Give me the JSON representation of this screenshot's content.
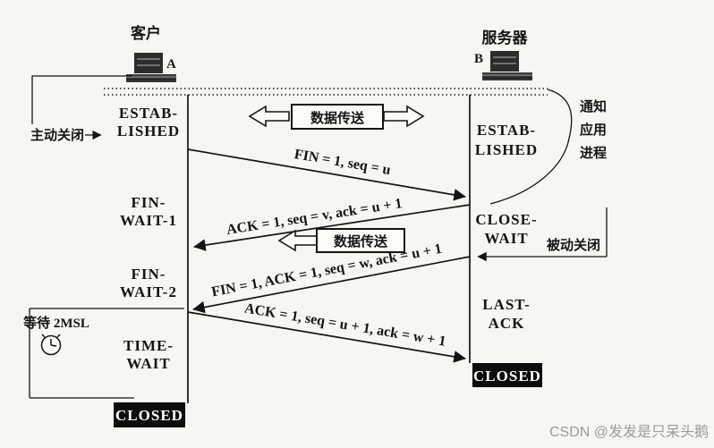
{
  "client": {
    "label": "客户",
    "letter": "A",
    "active_close": "主动关闭",
    "wait_2msl": "等待 2MSL",
    "states": {
      "established": [
        "ESTAB-",
        "LISHED"
      ],
      "fin_wait_1": [
        "FIN-",
        "WAIT-1"
      ],
      "fin_wait_2": [
        "FIN-",
        "WAIT-2"
      ],
      "time_wait": [
        "TIME-",
        "WAIT"
      ],
      "closed": "CLOSED"
    }
  },
  "server": {
    "label": "服务器",
    "letter": "B",
    "notify_app": [
      "通知",
      "应用",
      "进程"
    ],
    "passive_close": "被动关闭",
    "states": {
      "established": [
        "ESTAB-",
        "LISHED"
      ],
      "close_wait": [
        "CLOSE-",
        "WAIT"
      ],
      "last_ack": [
        "LAST-",
        "ACK"
      ],
      "closed": "CLOSED"
    }
  },
  "messages": {
    "data_transfer_top": "数据传送",
    "data_transfer_mid": "数据传送",
    "fin": "FIN = 1, seq = u",
    "ack_of_fin": "ACK = 1, seq = v, ack = u + 1",
    "fin_ack": "FIN = 1, ACK = 1, seq = w, ack = u + 1",
    "final_ack": "ACK = 1, seq = u + 1, ack = w + 1"
  },
  "watermark": "CSDN @发发是只呆头鹅"
}
